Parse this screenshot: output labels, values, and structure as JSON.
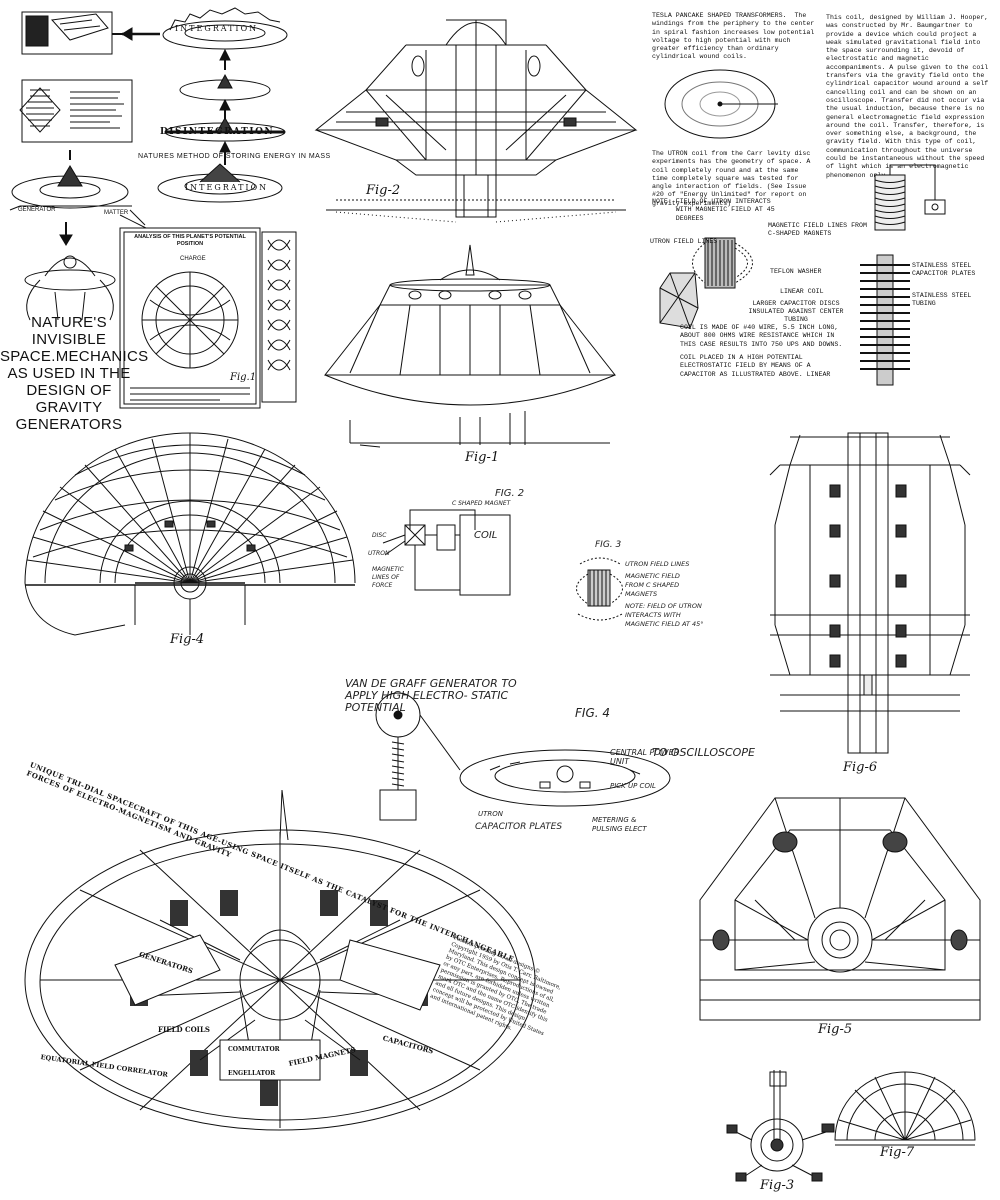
{
  "left_panel": {
    "title": "NATURE'S INVISIBLE SPACE.MECHANICS AS USED IN THE DESIGN OF GRAVITY GENERATORS",
    "disintegration": "DISINTEGRATION",
    "integration": "INTEGRATION",
    "natures_method": "NATURES METHOD OF STORING ENERGY IN MASS",
    "analysis": "ANALYSIS OF THIS PLANET'S POTENTIAL POSITION",
    "charge": "CHARGE",
    "fig1": "Fig.1",
    "generator": "GENERATOR",
    "matter": "MATTER"
  },
  "figures": {
    "fig2_top": "Fig-2",
    "fig1_saucer": "Fig-1",
    "fig4_wheel": "Fig-4",
    "fig6": "Fig-6",
    "fig5": "Fig-5",
    "fig3": "Fig-3",
    "fig7": "Fig-7"
  },
  "coil_text": {
    "tesla": "TESLA PANCAKE SHAPED TRANSFORMERS.  The windings from the periphery to the center in spiral fashion increases low potential voltage to high potential with much greater efficiency than ordinary cylindrical wound coils.",
    "utron": "The UTRON coil from the Carr levity disc experiments has the geometry of space. A coil completely round and at the same time completely square was tested for angle interaction of fields. (See Issue #20 of \"Energy Unlimited\" for report on gravity experiments)",
    "note": "NOTE: FIELD OF UTRON INTERACTS\n      WITH MAGNETIC FIELD AT 45\n      DEGREES",
    "hooper": "This coil, designed by William J. Hooper, was constructed by Mr. Baumgartner to provide a device which could project a weak simulated gravitational field into the space surrounding it, devoid of electrostatic and magnetic accompaniments. A pulse given to the coil transfers via the gravity field onto the cylindrical capacitor wound around a self cancelling coil and can be shown on an oscilloscope. Transfer did not occur via the usual induction, because there is no general electromagnetic field expression around the coil. Transfer, therefore, is over something else, a background, the gravity field. With this type of coil, communication throughout the universe could be instantaneous without the speed of light which is an electromagnetic phenomenon only.",
    "utron_field_lines": "UTRON FIELD LINES",
    "magnetic_field_lines": "MAGNETIC FIELD LINES FROM C-SHAPED MAGNETS",
    "teflon": "TEFLON WASHER",
    "stainless_plates": "STAINLESS STEEL CAPACITOR PLATES",
    "linear_coil": "LINEAR COIL",
    "stainless_tubing": "STAINLESS STEEL TUBING",
    "larger_discs": "LARGER CAPACITOR DISCS INSULATED AGAINST CENTER TUBING",
    "coil_is": "COIL IS MADE OF #40 WIRE, 5.5 INCH LONG, ABOUT 800 OHMS WIRE RESISTANCE WHICH IN THIS CASE RESULTS INTO 750 UPS AND DOWNS.",
    "coil_placed": "COIL PLACED IN A HIGH POTENTIAL ELECTROSTATIC FIELD BY MEANS OF A CAPACITOR AS ILLUSTRATED ABOVE. LINEAR"
  },
  "hand_sketch": {
    "fig2": "FIG. 2",
    "c_shaped_magnet": "C SHAPED MAGNET",
    "coil": "COIL",
    "disc": "DISC",
    "utron": "UTRON",
    "magnetic_lines": "MAGNETIC LINES OF FORCE",
    "fig3": "FIG. 3",
    "utron_field_lines": "UTRON FIELD LINES",
    "magnetic_field_c": "MAGNETIC FIELD FROM C SHAPED MAGNETS",
    "note_field": "NOTE: FIELD OF UTRON INTERACTS WITH MAGNETIC FIELD AT 45°",
    "vandegraff": "VAN DE GRAFF GENERATOR TO APPLY HIGH ELECTRO- STATIC POTENTIAL",
    "fig4": "FIG. 4",
    "central_power": "CENTRAL POWER UNIT",
    "to_oscilloscope": "TO OSCILLOSCOPE",
    "pick_up_coil": "PICK UP COIL",
    "utron_small": "UTRON",
    "capacitor_plates": "CAPACITOR PLATES",
    "metering": "METERING & PULSING ELECT"
  },
  "spacecraft": {
    "banner": "UNIQUE TRI-DIAL SPACECRAFT OF THIS AGE-USING SPACE ITSELF AS THE CATALYST FOR THE INTERCHANGEABLE FORCES OF ELECTRO-MAGNETISM AND GRAVITY",
    "generators": "GENERATORS",
    "field_coils": "FIELD COILS",
    "commutator": "COMMUTATOR",
    "field_magnets": "FIELD MAGNETS",
    "capacitors": "CAPACITORS",
    "energy_slipper": "ENGELLATOR",
    "equatorial": "EQUATORIAL FIELD CORRELATOR",
    "patents": "Patents pending on all designs © Copyright 1959 by Otis T. Carr, Baltimore, Maryland. This design concept is owned by OTC Enterprises. Reproductions of all, or any part, are forbidden unless written permission is granted by OTC. The trade mark OTC and the name OTC identify this and all future designs. This design concept will be protected by United States and international patent rights."
  }
}
